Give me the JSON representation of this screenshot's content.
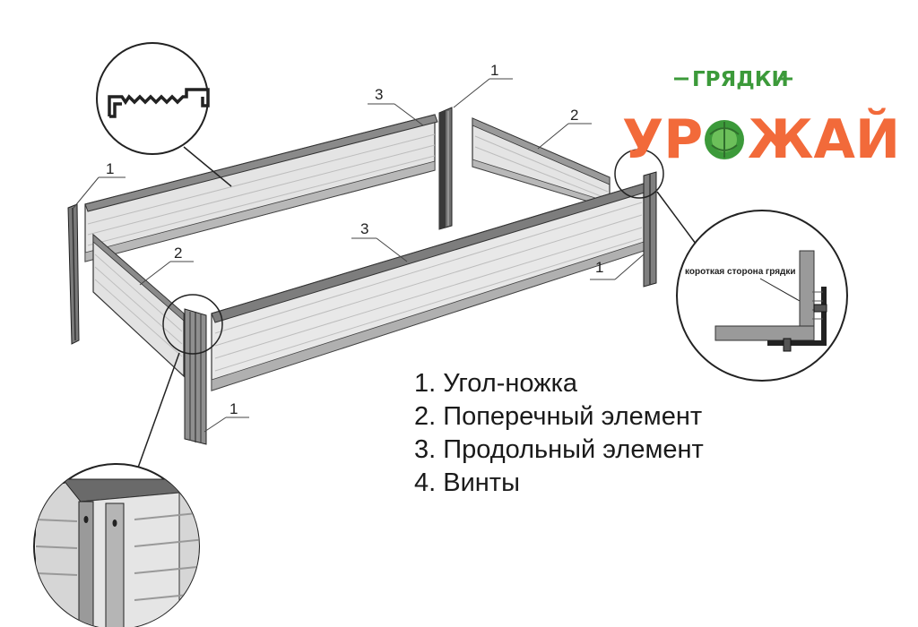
{
  "logo": {
    "top_word": "ГРЯДКИ",
    "brand_left": "УР",
    "brand_right": "ЖАЙ",
    "colors": {
      "green": "#3c9a3a",
      "orange": "#f26a3a",
      "dark_green": "#2f6e2c"
    }
  },
  "callouts": {
    "corner_back": "1",
    "corner_left": "1",
    "corner_right": "1",
    "corner_front": "1",
    "cross_left": "2",
    "cross_back": "2",
    "long_back": "3",
    "long_front": "3"
  },
  "detail": {
    "short_side_label": "короткая сторона грядки"
  },
  "legend": [
    {
      "text": "1. Угол-ножка"
    },
    {
      "text": "2. Поперечный элемент"
    },
    {
      "text": "3. Продольный элемент"
    },
    {
      "text": "4. Винты"
    }
  ],
  "colors": {
    "panel_light": "#e4e4e4",
    "panel_mid": "#cfcfcf",
    "panel_dark": "#8a8a8a",
    "edge": "#4a4a4a",
    "outline": "#222222"
  }
}
